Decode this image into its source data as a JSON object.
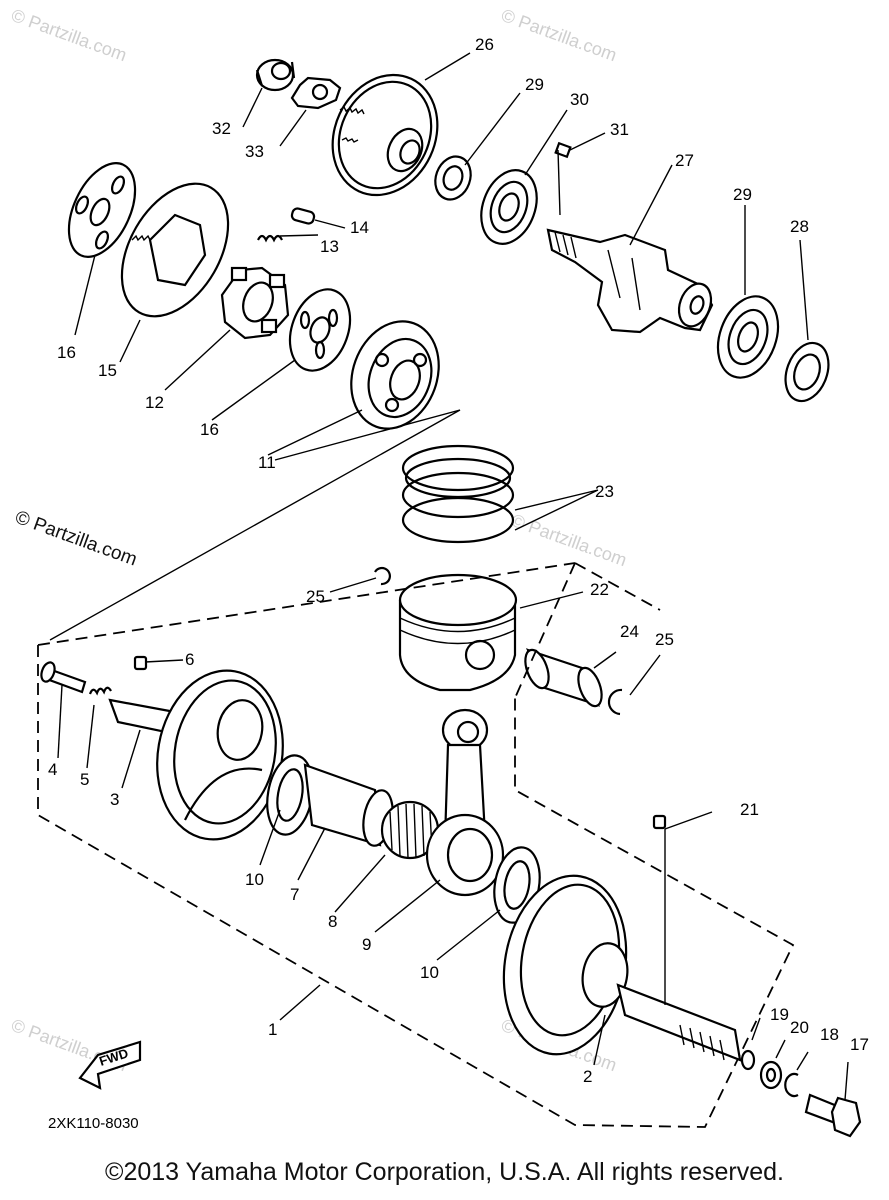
{
  "watermarks": {
    "corner_text": "© Partzilla.com",
    "side_text": "© Partzilla.com"
  },
  "parts": [
    {
      "number": "1"
    },
    {
      "number": "2"
    },
    {
      "number": "3"
    },
    {
      "number": "4"
    },
    {
      "number": "5"
    },
    {
      "number": "6"
    },
    {
      "number": "7"
    },
    {
      "number": "8"
    },
    {
      "number": "9"
    },
    {
      "number": "10"
    },
    {
      "number": "10"
    },
    {
      "number": "11"
    },
    {
      "number": "12"
    },
    {
      "number": "13"
    },
    {
      "number": "14"
    },
    {
      "number": "15"
    },
    {
      "number": "16"
    },
    {
      "number": "16"
    },
    {
      "number": "17"
    },
    {
      "number": "18"
    },
    {
      "number": "19"
    },
    {
      "number": "20"
    },
    {
      "number": "21"
    },
    {
      "number": "22"
    },
    {
      "number": "23"
    },
    {
      "number": "24"
    },
    {
      "number": "25"
    },
    {
      "number": "25"
    },
    {
      "number": "26"
    },
    {
      "number": "27"
    },
    {
      "number": "28"
    },
    {
      "number": "29"
    },
    {
      "number": "29"
    },
    {
      "number": "30"
    },
    {
      "number": "31"
    },
    {
      "number": "32"
    },
    {
      "number": "33"
    }
  ],
  "fwd_label": "FWD",
  "diagram_code": "2XK110-8030",
  "copyright": "©2013 Yamaha Motor Corporation, U.S.A. All rights reserved."
}
